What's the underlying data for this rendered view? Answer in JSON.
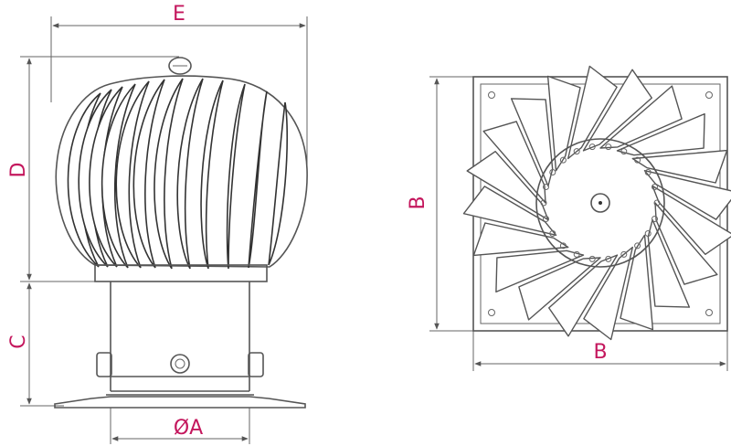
{
  "dimensions": {
    "E": "E",
    "D": "D",
    "C": "C",
    "A": "ØA",
    "B_vertical": "B",
    "B_horizontal": "B"
  },
  "colors": {
    "dimension_label": "#c4175d",
    "outline": "#555555"
  }
}
